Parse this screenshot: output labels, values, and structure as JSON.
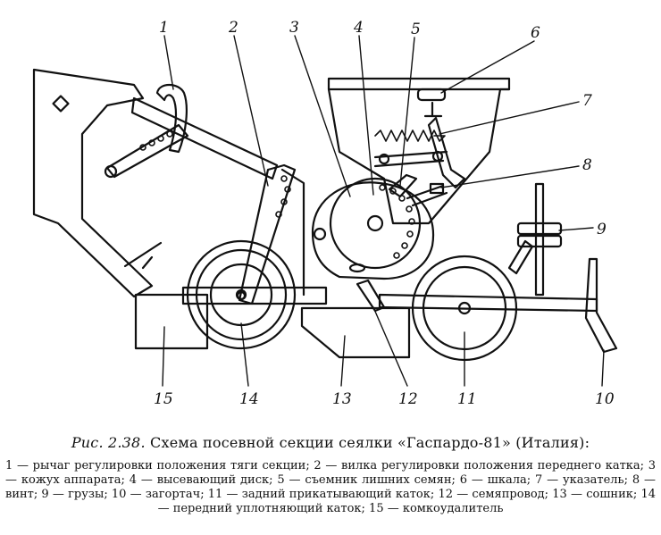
{
  "labels": {
    "l1": "1",
    "l2": "2",
    "l3": "3",
    "l4": "4",
    "l5": "5",
    "l6": "6",
    "l7": "7",
    "l8": "8",
    "l9": "9",
    "l10": "10",
    "l11": "11",
    "l12": "12",
    "l13": "13",
    "l14": "14",
    "l15": "15"
  },
  "caption": {
    "prefix": "Рис. 2.38.",
    "title": "Схема посевной секции сеялки «Гаспардо-81» (Италия):"
  },
  "legend": "1 — рычаг регулировки положения тяги секции; 2 — вилка регулировки положения переднего катка; 3 — кожух аппарата; 4 — высевающий диск; 5 — съемник лишних семян; 6 — шкала; 7 — указатель; 8 — винт; 9 — грузы; 10 — загортач; 11 — задний прикатывающий каток; 12 — семяпровод; 13 — сошник; 14 — передний уплотняющий каток; 15 — комкоудалитель"
}
